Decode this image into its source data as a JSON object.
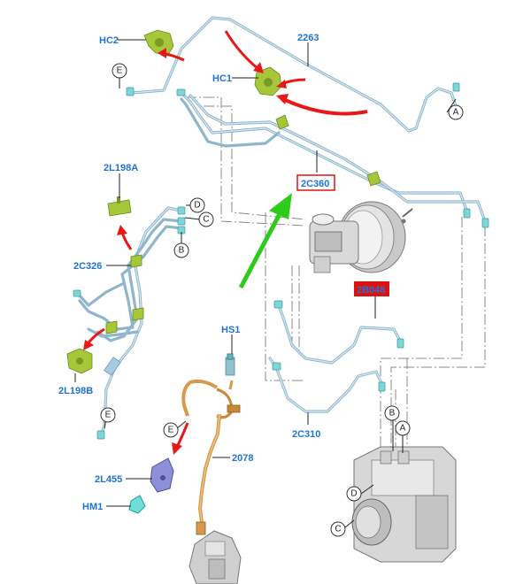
{
  "labels": {
    "hc2": "HC2",
    "hc1": "HC1",
    "p2263": "2263",
    "p2c360": "2C360",
    "p2b048": "2B048",
    "p2l198a": "2L198A",
    "p2c326": "2C326",
    "p2l198b": "2L198B",
    "hs1": "HS1",
    "p2078": "2078",
    "p2l455": "2L455",
    "hm1": "HM1",
    "p2c310": "2C310"
  },
  "circles": {
    "e_top": "E",
    "a_right": "A",
    "d_mid": "D",
    "c_mid": "C",
    "b_mid": "B",
    "e_left": "E",
    "e_hose": "E",
    "b_abs": "B",
    "a_abs": "A",
    "d_abs": "D",
    "c_abs": "C"
  },
  "colors": {
    "label_blue": "#1e73d2",
    "highlight_red": "#e01010",
    "arrow_red": "#e81818",
    "arrow_green": "#2ecc1a",
    "tube_blue": "#8fb6cc",
    "clip_green": "#a7c73a",
    "hose_orange": "#d69a4a"
  }
}
